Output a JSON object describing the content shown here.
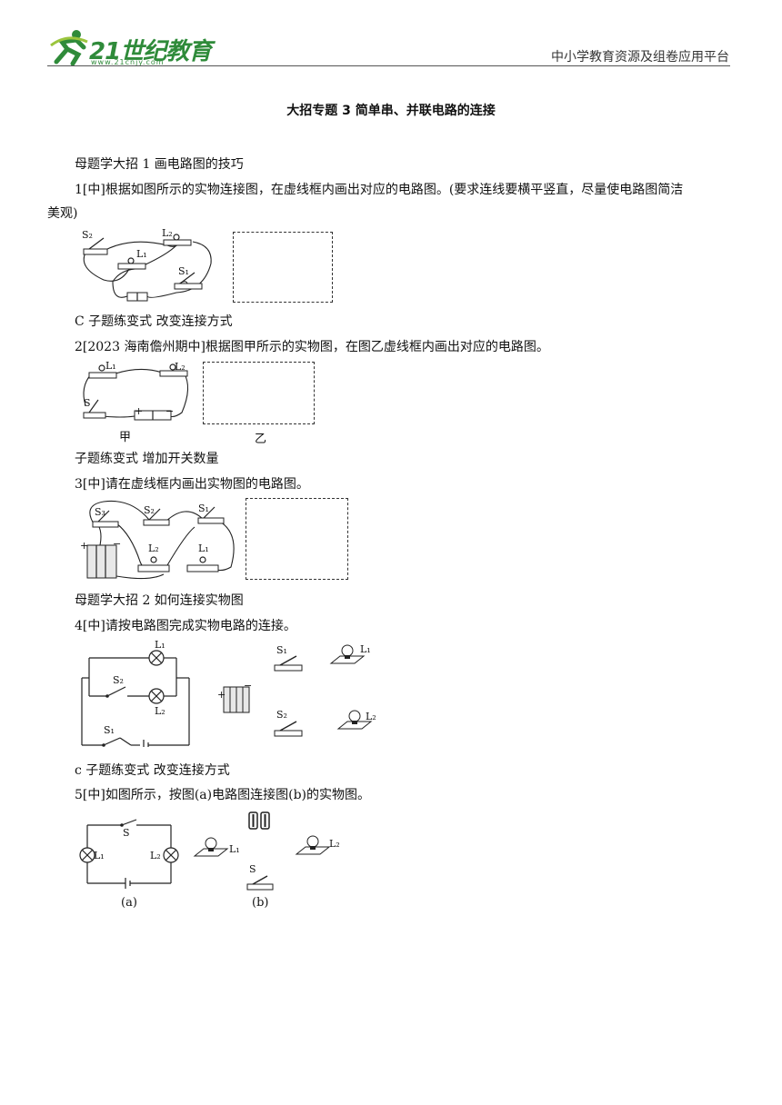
{
  "header": {
    "logo_text": "21世纪教育",
    "logo_url": "www.21cnjy.com",
    "platform": "中小学教育资源及组卷应用平台"
  },
  "title": "大招专题 3 简单串、并联电路的连接",
  "sections": {
    "s1": "母题学大招 1  画电路图的技巧",
    "q1_line1": "1[中]根据如图所示的实物连接图，在虚线框内画出对应的电路图。(要求连线要横平竖直，尽量使电路图简洁",
    "q1_line2": "美观)",
    "s1_var": "C 子题练变式  改变连接方式",
    "q2": "2[2023 海南儋州期中]根据图甲所示的实物图，在图乙虚线框内画出对应的电路图。",
    "q2_cap_a": "甲",
    "q2_cap_b": "乙",
    "s1_var2": "子题练变式  增加开关数量",
    "q3": "3[中]请在虚线框内画出实物图的电路图。",
    "s2": "母题学大招 2  如何连接实物图",
    "q4": "4[中]请按电路图完成实物电路的连接。",
    "s2_var": "c 子题练变式  改变连接方式",
    "q5": "5[中]如图所示，按图(a)电路图连接图(b)的实物图。",
    "q5_cap_a": "(a)",
    "q5_cap_b": "(b)"
  },
  "labels": {
    "S": "S",
    "S1": "S₁",
    "S2": "S₂",
    "S3": "S₃",
    "L1": "L₁",
    "L2": "L₂",
    "plus": "+",
    "minus": "−"
  }
}
